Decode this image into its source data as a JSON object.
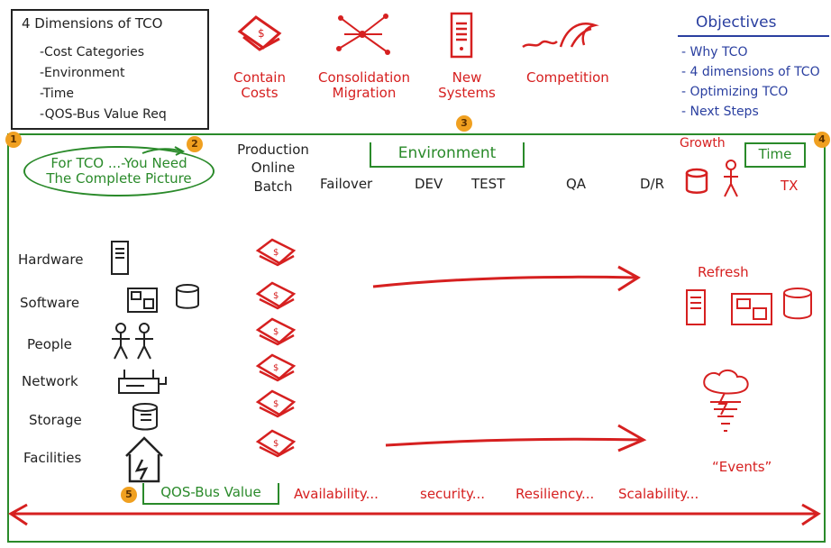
{
  "tco_box": {
    "title": "4 Dimensions of TCO",
    "items": [
      "-Cost Categories",
      "-Environment",
      "-Time",
      "-QOS-Bus Value Req"
    ]
  },
  "header_icons": {
    "contain": "Contain\nCosts",
    "consolidation": "Consolidation\nMigration",
    "new_systems": "New\nSystems",
    "competition": "Competition"
  },
  "objectives": {
    "title": "Objectives",
    "items": [
      "- Why TCO",
      "- 4 dimensions of TCO",
      "- Optimizing TCO",
      "- Next Steps"
    ]
  },
  "badges": [
    "1",
    "2",
    "3",
    "4",
    "5"
  ],
  "complete_picture": "For TCO ...-You Need\nThe Complete Picture",
  "environment": {
    "label": "Environment",
    "production": "Production\nOnline\nBatch",
    "failover": "Failover",
    "dev": "DEV",
    "test": "TEST",
    "qa": "QA",
    "dr": "D/R"
  },
  "time": {
    "growth": "Growth",
    "label": "Time",
    "tx": "TX"
  },
  "cost_categories": [
    "Hardware",
    "Software",
    "People",
    "Network",
    "Storage",
    "Facilities"
  ],
  "refresh": "Refresh",
  "events": "“Events”",
  "qos": {
    "label": "QOS-Bus Value",
    "items": [
      "Availability...",
      "security...",
      "Resiliency...",
      "Scalability..."
    ]
  },
  "colors": {
    "red": "#d62020",
    "green": "#2a8a2a",
    "blue": "#2a3fa0",
    "badge": "#f0a020"
  },
  "icons": [
    "money-icon",
    "network-icon",
    "server-icon",
    "wave-icon",
    "database-icon",
    "people-icon",
    "software-icon",
    "router-icon",
    "building-icon",
    "tornado-icon",
    "arrow-icon"
  ]
}
